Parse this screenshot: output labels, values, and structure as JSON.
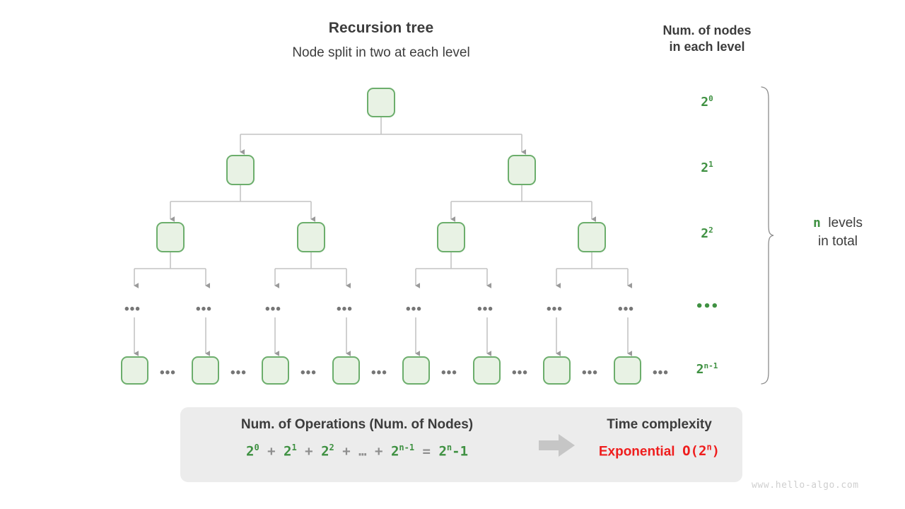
{
  "header": {
    "title": "Recursion tree",
    "subtitle": "Node split in two at each level",
    "column_header_line1": "Num. of nodes",
    "column_header_line2": "in each level"
  },
  "levels": [
    {
      "index": 0,
      "count_label": "2",
      "count_exp": "0",
      "nodes": 1
    },
    {
      "index": 1,
      "count_label": "2",
      "count_exp": "1",
      "nodes": 2
    },
    {
      "index": 2,
      "count_label": "2",
      "count_exp": "2",
      "nodes": 4
    },
    {
      "index": 3,
      "count_label": "…",
      "count_exp": "",
      "nodes": 8
    },
    {
      "index": 4,
      "count_label": "2",
      "count_exp": "n-1",
      "nodes": 8
    }
  ],
  "brace": {
    "variable": "n",
    "caption_line1": "levels",
    "caption_line2": "in total"
  },
  "ellipsis": {
    "glyph": "•••",
    "mid_level_glyph": "•••",
    "leaf_gap_glyph": "•••"
  },
  "summary": {
    "left_heading": "Num. of Operations (Num. of Nodes)",
    "right_heading": "Time complexity",
    "formula_terms": [
      {
        "base": "2",
        "exp": "0",
        "type": "term"
      },
      {
        "base": "+",
        "exp": "",
        "type": "op"
      },
      {
        "base": "2",
        "exp": "1",
        "type": "term"
      },
      {
        "base": "+",
        "exp": "",
        "type": "op"
      },
      {
        "base": "2",
        "exp": "2",
        "type": "term"
      },
      {
        "base": "+",
        "exp": "",
        "type": "op"
      },
      {
        "base": "…",
        "exp": "",
        "type": "op"
      },
      {
        "base": "+",
        "exp": "",
        "type": "op"
      },
      {
        "base": "2",
        "exp": "n-1",
        "type": "term"
      },
      {
        "base": "=",
        "exp": "",
        "type": "op"
      },
      {
        "base": "2",
        "exp": "n",
        "type": "term-tail",
        "tail": "-1"
      }
    ],
    "verdict_word": "Exponential",
    "verdict_bigo_prefix": "O(2",
    "verdict_bigo_exp": "n",
    "verdict_bigo_suffix": ")",
    "arrow": "right-arrow"
  },
  "watermark": "www.hello-algo.com",
  "colors": {
    "node_fill": "#e8f2e4",
    "node_border": "#6cae6c",
    "wire": "#c4c4c4",
    "arrowhead": "#9a9a9a",
    "green_text": "#3f9142",
    "red_text": "#ef1d1d",
    "panel_bg": "#ececec",
    "dark_text": "#3c3c3c"
  }
}
